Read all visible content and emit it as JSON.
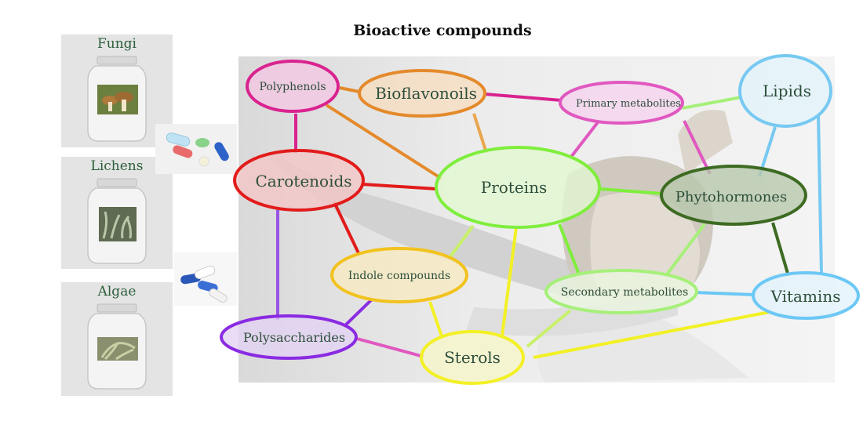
{
  "title": "Bioactive compounds",
  "sources": [
    {
      "label": "Fungi"
    },
    {
      "label": "Lichens"
    },
    {
      "label": "Algae"
    }
  ],
  "nodes": {
    "polyphenols": {
      "label": "Polyphenols",
      "stroke": "#d9238f",
      "fill": "#f4c6e3"
    },
    "bioflavonoils": {
      "label": "Bioflavonoils",
      "stroke": "#e48a2b",
      "fill": "#f7dcbf"
    },
    "primary_metabolites": {
      "label": "Primary metabolites",
      "stroke": "#e058c0",
      "fill": "#f6d3ee"
    },
    "lipids": {
      "label": "Lipids",
      "stroke": "#77c9f2",
      "fill": "#e2f3fb"
    },
    "carotenoids": {
      "label": "Carotenoids",
      "stroke": "#e21b1b",
      "fill": "#f3c5c5"
    },
    "proteins": {
      "label": "Proteins",
      "stroke": "#7fee3c",
      "fill": "#e2f8cf"
    },
    "phytohormones": {
      "label": "Phytohormones",
      "stroke": "#3d6b22",
      "fill": "#b6c8ac"
    },
    "indole_compounds": {
      "label": "Indole compounds",
      "stroke": "#f2c21e",
      "fill": "#f7ebc0"
    },
    "secondary_metabolites": {
      "label": "Secondary metabolites",
      "stroke": "#a6f07a",
      "fill": "#eaf6df"
    },
    "vitamins": {
      "label": "Vitamins",
      "stroke": "#6cc8f5",
      "fill": "#e1f2fb"
    },
    "polysaccharides": {
      "label": "Polysaccharides",
      "stroke": "#8a2be2",
      "fill": "#e3d2f4"
    },
    "sterols": {
      "label": "Sterols",
      "stroke": "#f3f026",
      "fill": "#f7f6c8"
    }
  }
}
